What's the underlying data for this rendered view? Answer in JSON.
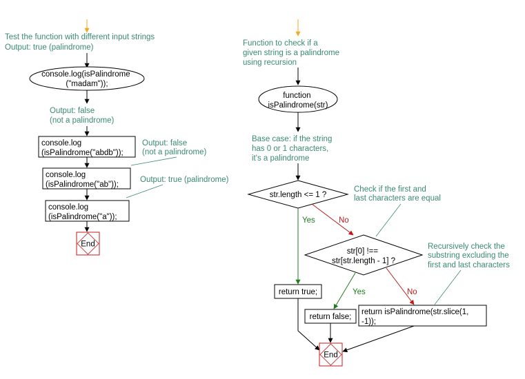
{
  "left_flow": {
    "comment_test": [
      "Test the function with different input strings",
      "Output: true (palindrome)"
    ],
    "call_madam": [
      "console.log(isPalindrome",
      "(\"madam\"));"
    ],
    "comment_abdb": [
      "Output: false",
      "(not a palindrome)"
    ],
    "call_abdb": [
      "console.log",
      "(isPalindrome(\"abdb\"));"
    ],
    "comment_ab": [
      "Output: false",
      "(not a palindrome)"
    ],
    "call_ab": [
      "console.log",
      "(isPalindrome(\"ab\"));"
    ],
    "comment_a": [
      "Output: true (palindrome)"
    ],
    "call_a": [
      "console.log",
      "(isPalindrome(\"a\"));"
    ],
    "end": "End"
  },
  "right_flow": {
    "comment_function": [
      "Function to check if a",
      "given string is a palindrome",
      "using recursion"
    ],
    "function_node": [
      "function",
      "isPalindrome(str)"
    ],
    "comment_base": [
      "Base case: if the string",
      "has 0 or 1 characters,",
      "it's a palindrome"
    ],
    "decision_length": "str.length <= 1 ?",
    "comment_first_last": [
      "Check if the first and",
      "last characters are equal"
    ],
    "decision_chars": [
      "str[0] !==",
      "str[str.length - 1] ?"
    ],
    "comment_recursive": [
      "Recursively check the",
      "substring excluding the",
      "first and last characters"
    ],
    "return_true": "return true;",
    "return_false": "return false;",
    "return_recursive": [
      "return isPalindrome(str.slice(1,",
      "-1));"
    ],
    "yes_label_1": "Yes",
    "no_label_1": "No",
    "yes_label_2": "Yes",
    "no_label_2": "No",
    "end": "End"
  },
  "colors": {
    "comment": "#3a8a6e",
    "entry_arrow": "#f5a623",
    "yes_branch": "#1e7a1e",
    "no_branch": "#c01818",
    "end_node": "#c01818"
  }
}
